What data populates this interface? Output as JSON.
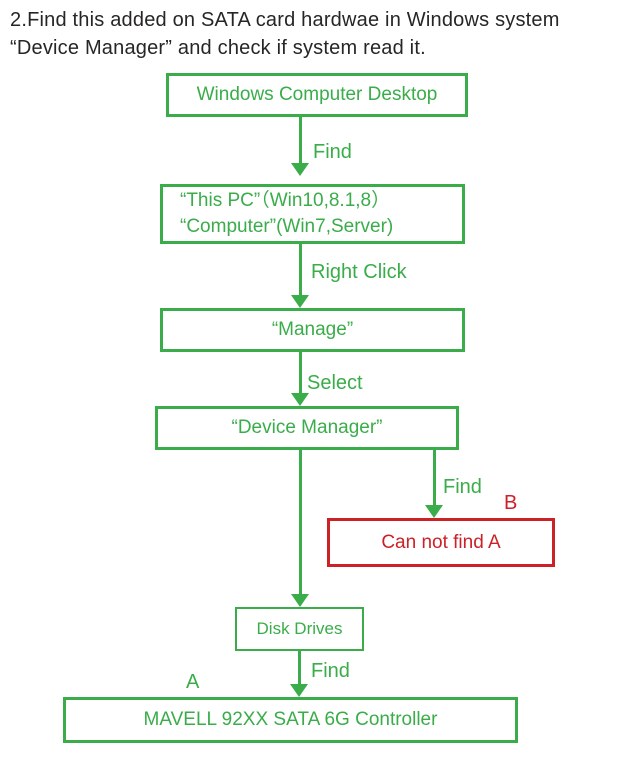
{
  "title": {
    "line1": "2.Find this added on SATA card hardwae in Windows system",
    "line2": "“Device Manager” and check if system read it."
  },
  "colors": {
    "green": "#3aad4a",
    "red": "#cc2127",
    "title_text": "#272525"
  },
  "nodes": {
    "desktop": {
      "label": "Windows Computer Desktop"
    },
    "this_pc": {
      "line1": "“This PC”（Win10,8.1,8）",
      "line2": "“Computer”(Win7,Server)"
    },
    "manage": {
      "label": "“Manage”"
    },
    "device_manager": {
      "label": "“Device Manager”"
    },
    "cannot_find": {
      "label": "Can not find A"
    },
    "disk_drives": {
      "label": "Disk Drives"
    },
    "controller": {
      "label": "MAVELL 92XX SATA 6G Controller"
    }
  },
  "edge_labels": {
    "find1": "Find",
    "right_click": "Right Click",
    "select": "Select",
    "find2": "Find",
    "find3": "Find"
  },
  "annotations": {
    "a": "A",
    "b": "B"
  }
}
